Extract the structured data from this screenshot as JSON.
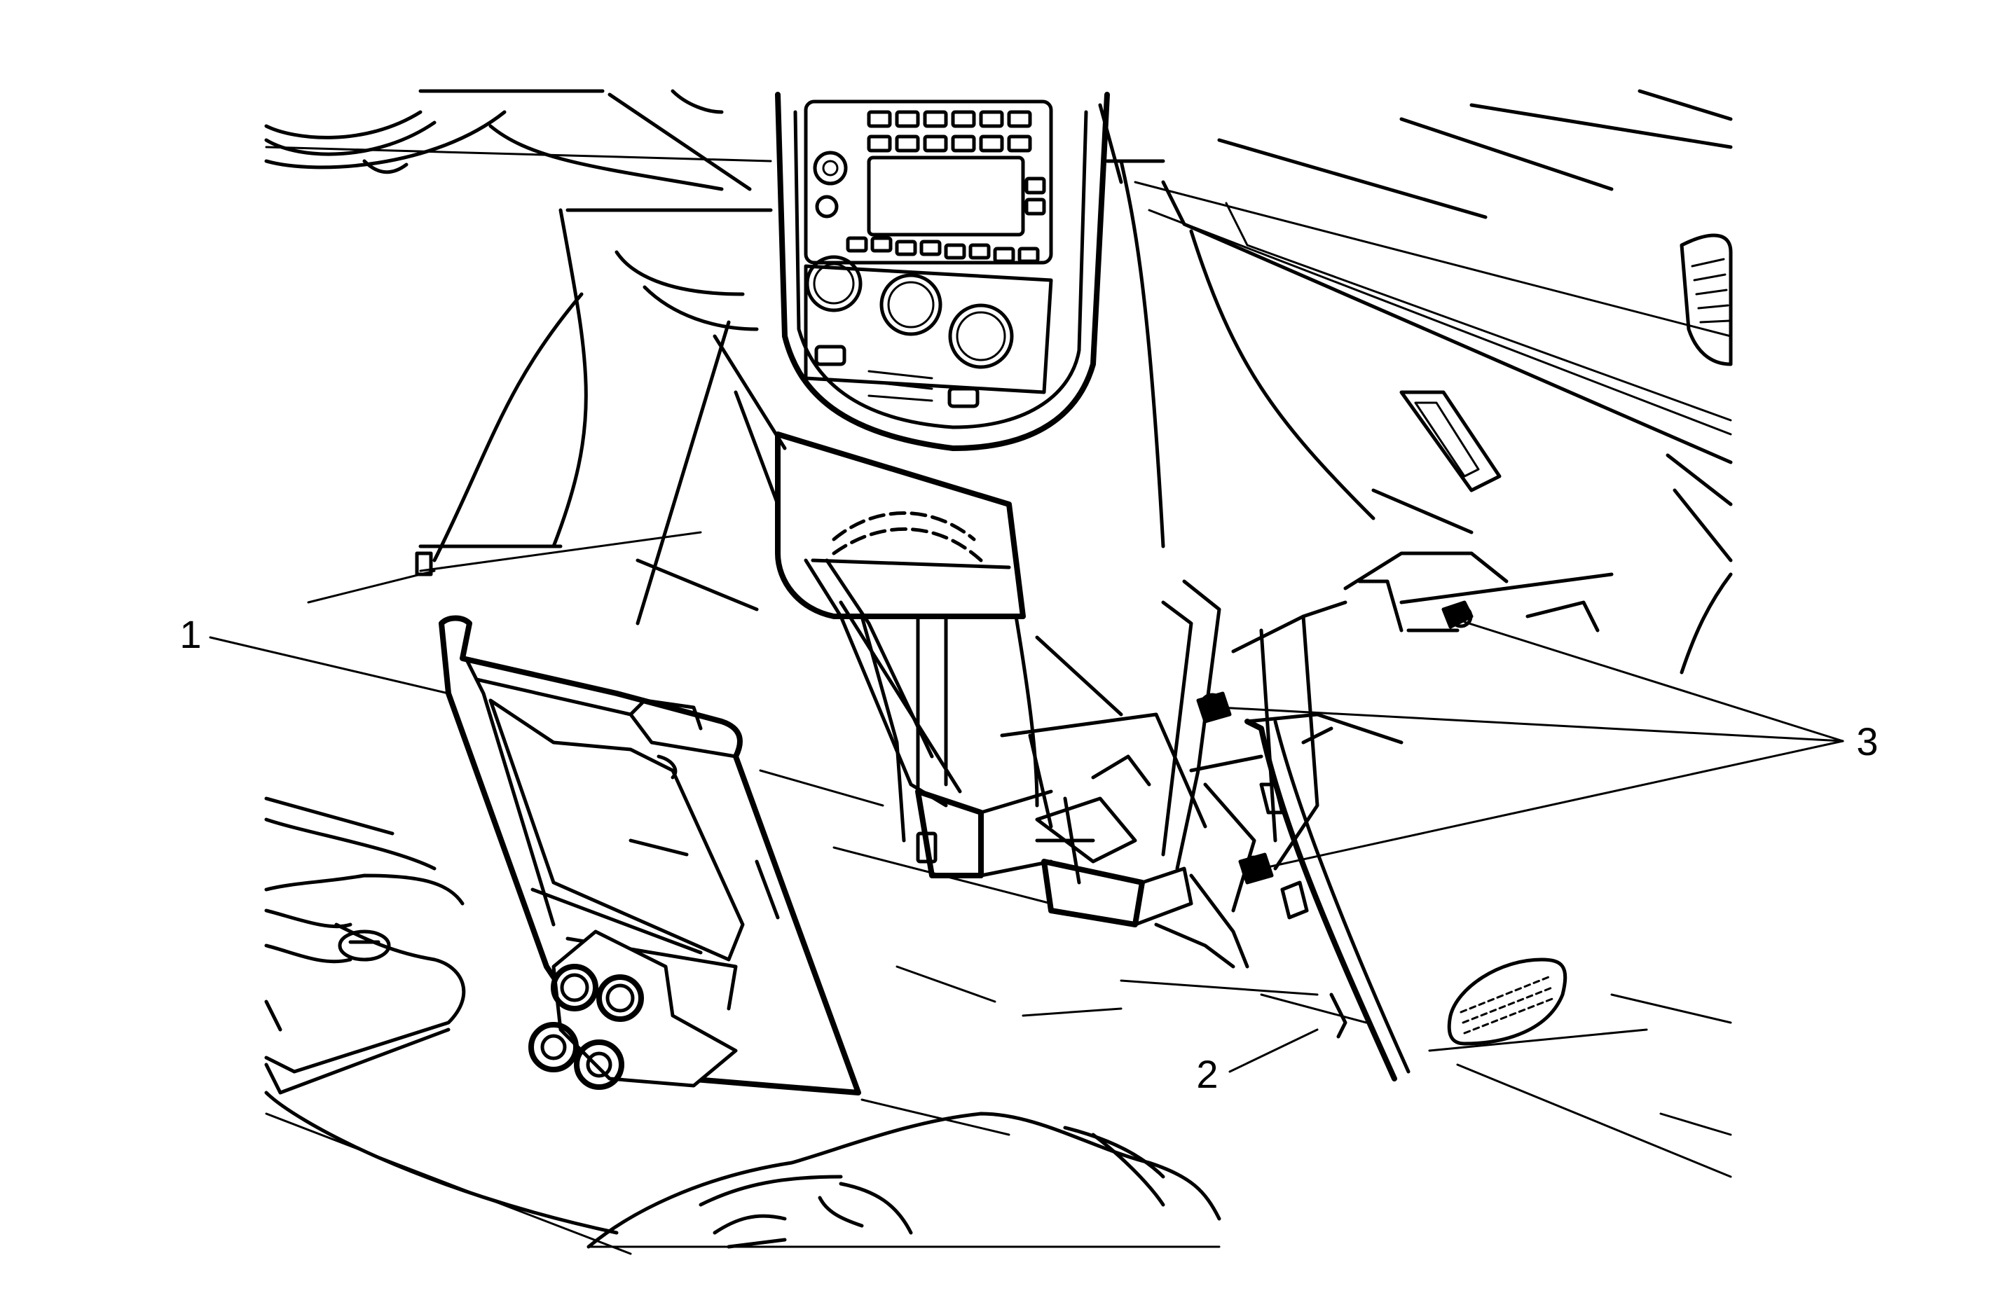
{
  "figure": {
    "callouts": [
      {
        "id": "1",
        "label": "1"
      },
      {
        "id": "2",
        "label": "2"
      },
      {
        "id": "3",
        "label": "3"
      }
    ]
  },
  "colors": {
    "ink": "#000000",
    "background": "#ffffff"
  }
}
